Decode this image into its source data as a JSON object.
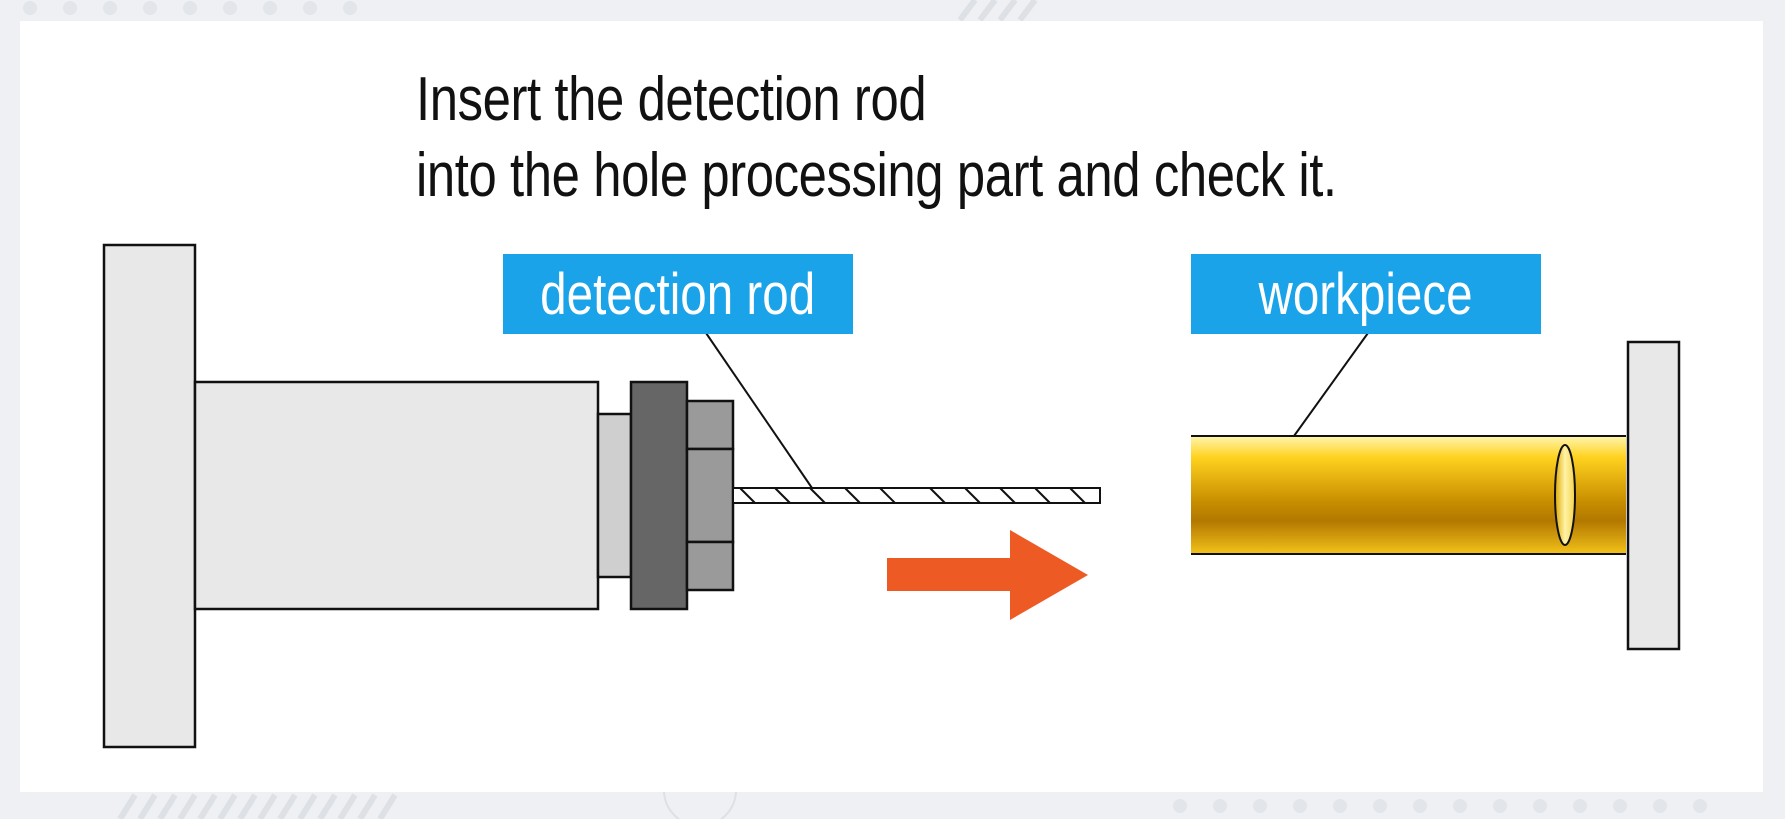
{
  "title": {
    "line1": "Insert the detection rod",
    "line2": "into the hole processing part and check it."
  },
  "labels": {
    "detection_rod": "detection rod",
    "workpiece": "workpiece"
  },
  "colors": {
    "label_bg": "#1aa3e8",
    "arrow": "#ee5a24",
    "tube_gold": "#d9a400",
    "part_light": "#e8e8e8",
    "part_dark": "#666666"
  }
}
